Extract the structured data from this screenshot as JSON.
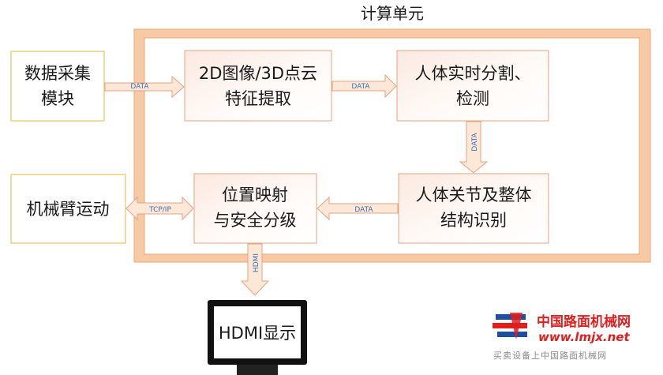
{
  "diagram": {
    "compute_unit_title": "计算单元",
    "nodes": {
      "data_collection": [
        "数据采集",
        "模块"
      ],
      "image_point_cloud": [
        "2D图像/3D点云",
        "特征提取"
      ],
      "segmentation_detection": [
        "人体实时分割、",
        "检测"
      ],
      "joint_structure": [
        "人体关节及整体",
        "结构识别"
      ],
      "position_mapping": [
        "位置映射",
        "与安全分级"
      ],
      "robot_arm": [
        "机械臂运动"
      ],
      "hdmi_display": [
        "HDMI显示"
      ]
    },
    "edges": {
      "collect_to_extract": "DATA",
      "extract_to_segment": "DATA",
      "segment_to_joint": "DATA",
      "joint_to_mapping": "DATA",
      "mapping_to_arm": "TCP/IP",
      "mapping_to_hdmi": "HDMI"
    }
  },
  "watermark": {
    "cn": "中国路面机械网",
    "url": "www.lmjx.net",
    "sub": "买卖设备上中国路面机械网"
  }
}
